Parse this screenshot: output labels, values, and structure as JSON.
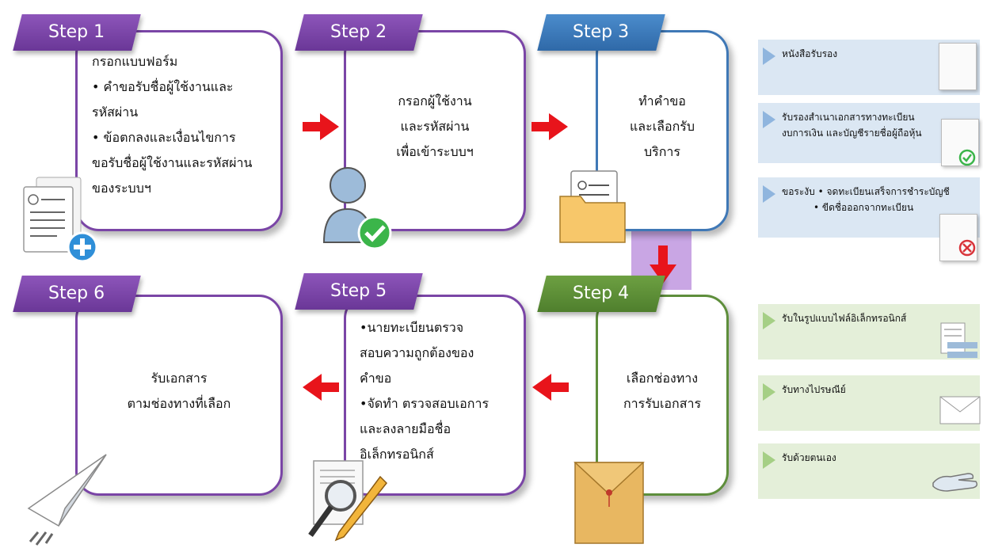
{
  "steps": [
    {
      "label": "Step 1",
      "lines": [
        "กรอกแบบฟอร์ม",
        "• คำขอรับชื่อผู้ใช้งานและ",
        "รหัสผ่าน",
        "• ข้อตกลงและเงื่อนไขการ",
        "ขอรับชื่อผู้ใช้งานและรหัสผ่าน",
        "ของระบบฯ"
      ]
    },
    {
      "label": "Step 2",
      "lines": [
        "กรอกผู้ใช้งาน",
        "และรหัสผ่าน",
        "เพื่อเข้าระบบฯ"
      ]
    },
    {
      "label": "Step 3",
      "lines": [
        "ทำคำขอ",
        "และเลือกรับ",
        "บริการ"
      ]
    },
    {
      "label": "Step 4",
      "lines": [
        "เลือกช่องทาง",
        "การรับเอกสาร"
      ]
    },
    {
      "label": "Step 5",
      "lines": [
        "•นายทะเบียนตรวจ",
        "สอบความถูกต้องของ",
        "คำขอ",
        "•จัดทำ ตรวจสอบเอการ",
        "และลงลายมือชื่อ",
        "อิเล็กทรอนิกส์"
      ]
    },
    {
      "label": "Step 6",
      "lines": [
        "รับเอกสาร",
        "ตามช่องทางที่เลือก"
      ]
    }
  ],
  "services": {
    "item1": "หนังสือรับรอง",
    "item2_line1": "รับรองสำเนาเอกสารทางทะเบียน",
    "item2_line2": "งบการเงิน และบัญชีรายชื่อผู้ถือหุ้น",
    "item3_head": "ขอระงับ",
    "item3_line1": "• จดทะเบียนเสร็จการชำระบัญชี",
    "item3_line2": "• ขีดชื่อออกจากทะเบียน"
  },
  "delivery": {
    "item1": "รับในรูปแบบไฟล์อิเล็กทรอนิกส์",
    "item2": "รับทางไปรษณีย์",
    "item3": "รับด้วยตนเอง"
  },
  "colors": {
    "purple": "#7a45a6",
    "blue": "#3f78b6",
    "green": "#5e8e3b",
    "arrow": "#e8141b",
    "connector": "#c9a6e4"
  },
  "icons": [
    "form-add-icon",
    "user-check-icon",
    "folder-document-icon",
    "envelope-icon",
    "magnifier-pencil-icon",
    "paper-plane-icon",
    "certificate-icon",
    "document-check-icon",
    "document-cancel-icon",
    "e-file-icon",
    "mail-icon",
    "hand-icon"
  ]
}
